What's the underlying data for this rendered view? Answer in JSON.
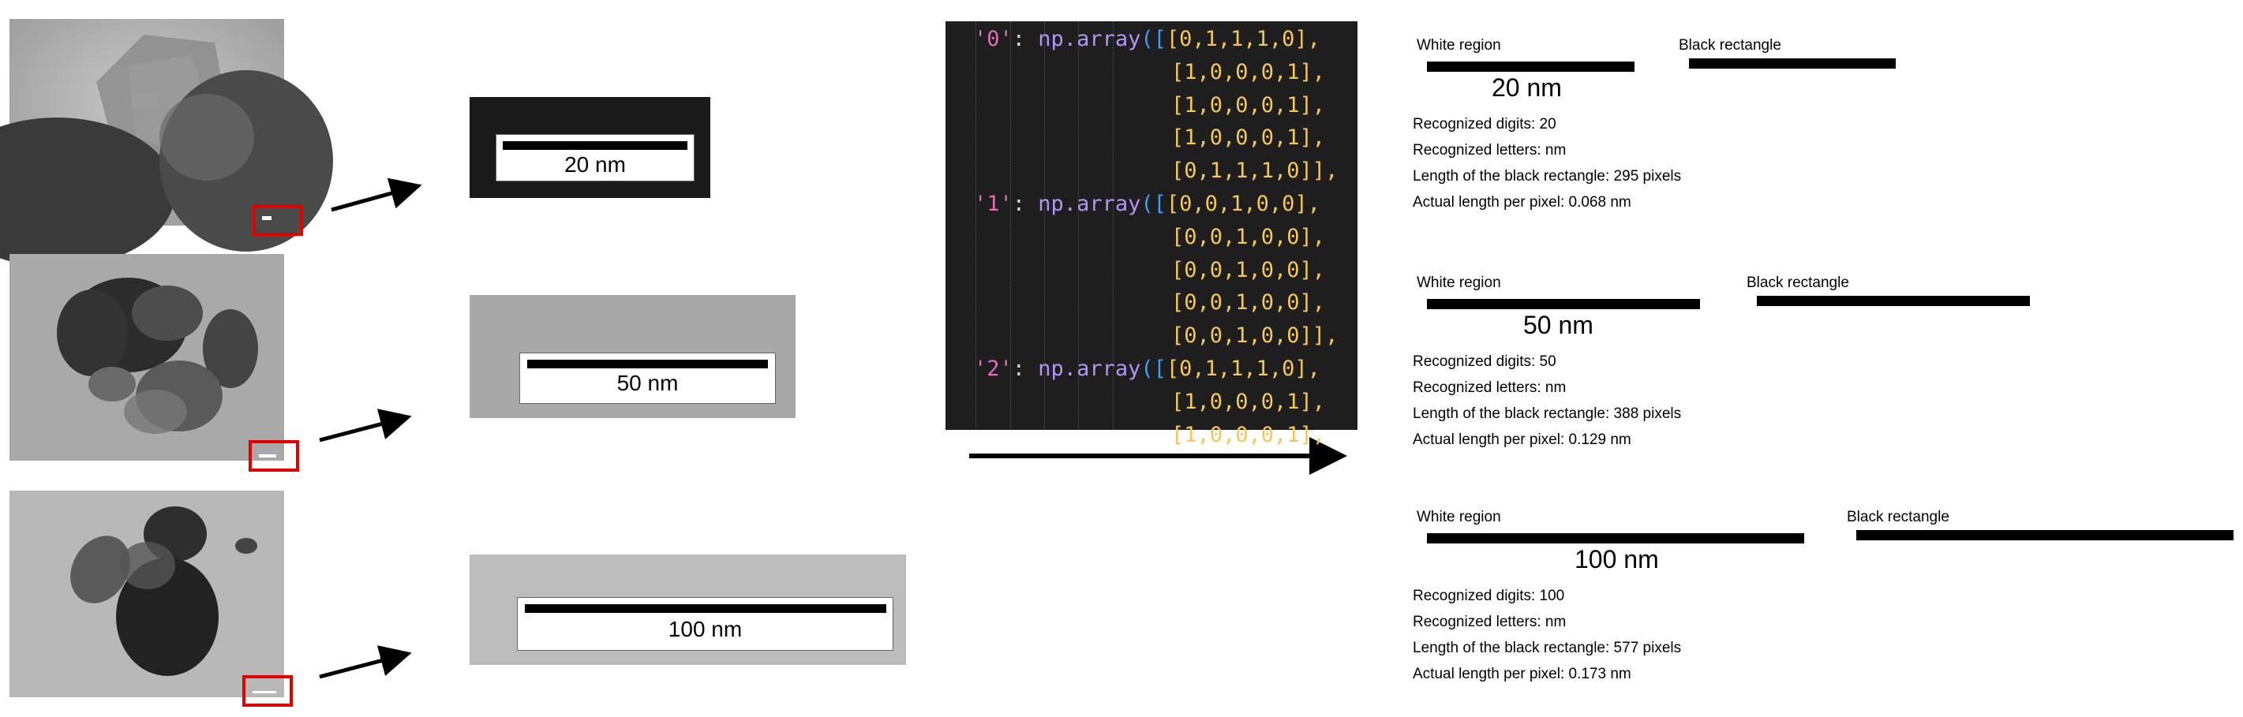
{
  "zoomed_bars": [
    {
      "label": "20 nm"
    },
    {
      "label": "50 nm"
    },
    {
      "label": "100 nm"
    }
  ],
  "code_lines": [
    {
      "indent": 1,
      "key": "'0'",
      "text": "np.array",
      "open": "([",
      "row": "[0,1,1,1,0],"
    },
    {
      "indent": 2,
      "row": "[1,0,0,0,1],"
    },
    {
      "indent": 2,
      "row": "[1,0,0,0,1],"
    },
    {
      "indent": 2,
      "row": "[1,0,0,0,1],"
    },
    {
      "indent": 2,
      "row": "[0,1,1,1,0]],"
    },
    {
      "indent": 1,
      "key": "'1'",
      "text": "np.array",
      "open": "([",
      "row": "[0,0,1,0,0],"
    },
    {
      "indent": 2,
      "row": "[0,0,1,0,0],"
    },
    {
      "indent": 2,
      "row": "[0,0,1,0,0],"
    },
    {
      "indent": 2,
      "row": "[0,0,1,0,0],"
    },
    {
      "indent": 2,
      "row": "[0,0,1,0,0]],"
    },
    {
      "indent": 1,
      "key": "'2'",
      "text": "np.array",
      "open": "([",
      "row": "[0,1,1,1,0],"
    },
    {
      "indent": 2,
      "row": "[1,0,0,0,1],"
    },
    {
      "indent": 2,
      "row": "[1,0,0,0,1],"
    }
  ],
  "results": [
    {
      "white_region_label": "White region",
      "black_rect_label": "Black rectangle",
      "scale_label": "20 nm",
      "digits": "Recognized digits: 20",
      "letters": "Recognized letters: nm",
      "length": "Length of the black rectangle: 295 pixels",
      "per_pixel": "Actual length per pixel: 0.068 nm"
    },
    {
      "white_region_label": "White region",
      "black_rect_label": "Black rectangle",
      "scale_label": "50 nm",
      "digits": "Recognized digits: 50",
      "letters": "Recognized letters: nm",
      "length": "Length of the black rectangle: 388 pixels",
      "per_pixel": "Actual length per pixel: 0.129 nm"
    },
    {
      "white_region_label": "White region",
      "black_rect_label": "Black rectangle",
      "scale_label": "100 nm",
      "digits": "Recognized digits: 100",
      "letters": "Recognized letters: nm",
      "length": "Length of the black rectangle: 577 pixels",
      "per_pixel": "Actual length per pixel: 0.173 nm"
    }
  ],
  "colors": {
    "highlight": "#e50000",
    "code_bg": "#1e1e1e",
    "key_color": "#e06cba",
    "fn_color": "#b294f5",
    "number_color": "#f5c65b"
  }
}
